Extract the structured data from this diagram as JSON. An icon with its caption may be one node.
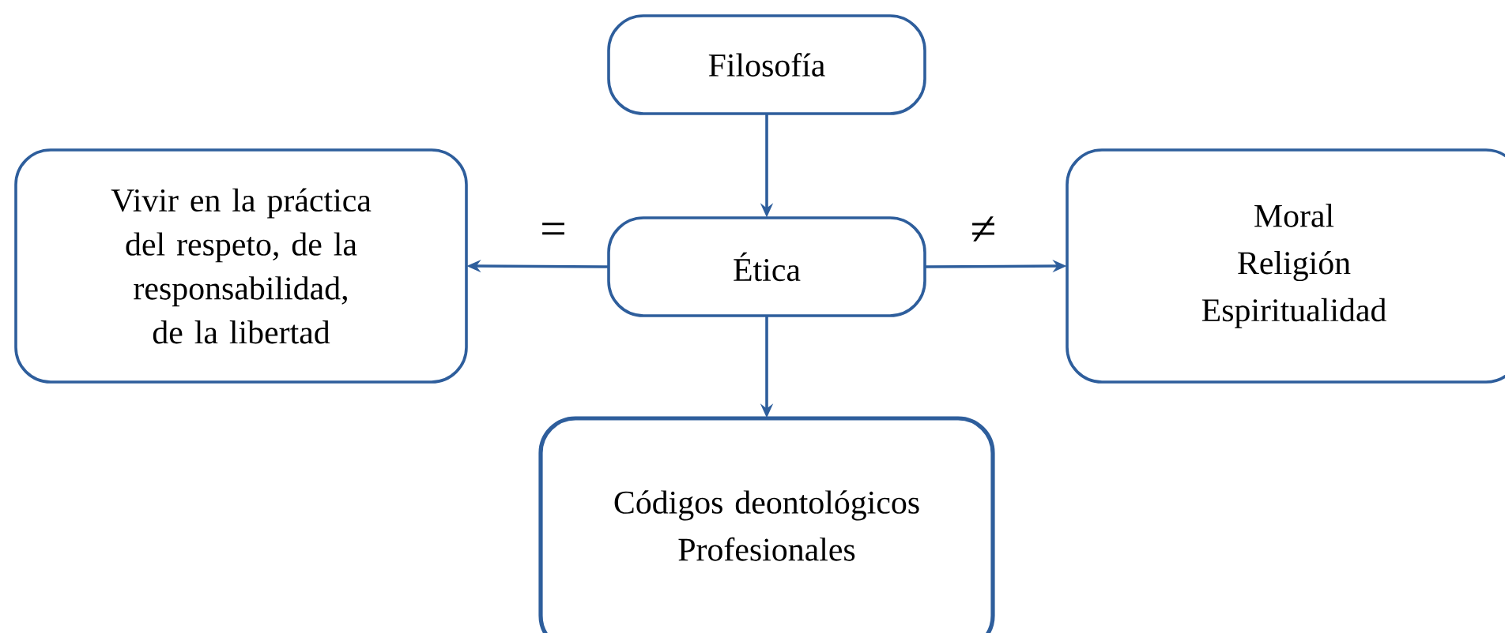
{
  "diagram": {
    "nodes": [
      {
        "text": [
          "Filosofía"
        ]
      },
      {
        "text": [
          "Vivir en la práctica del respeto, de la responsabilidad, de la libertad"
        ]
      },
      {
        "text": [
          "Ética"
        ]
      },
      {
        "text": [
          "Moral",
          "Religión",
          "Espiritualidad"
        ]
      },
      {
        "text": [
          "Códigos deontológicos",
          "Profesionales"
        ]
      }
    ],
    "edges": [
      {
        "from": 0,
        "to": 2,
        "arrow": "to"
      },
      {
        "from": 2,
        "to": 1,
        "arrow": "to",
        "label": "="
      },
      {
        "from": 2,
        "to": 3,
        "arrow": "to",
        "label": "≠"
      },
      {
        "from": 2,
        "to": 4,
        "arrow": "to"
      }
    ]
  }
}
